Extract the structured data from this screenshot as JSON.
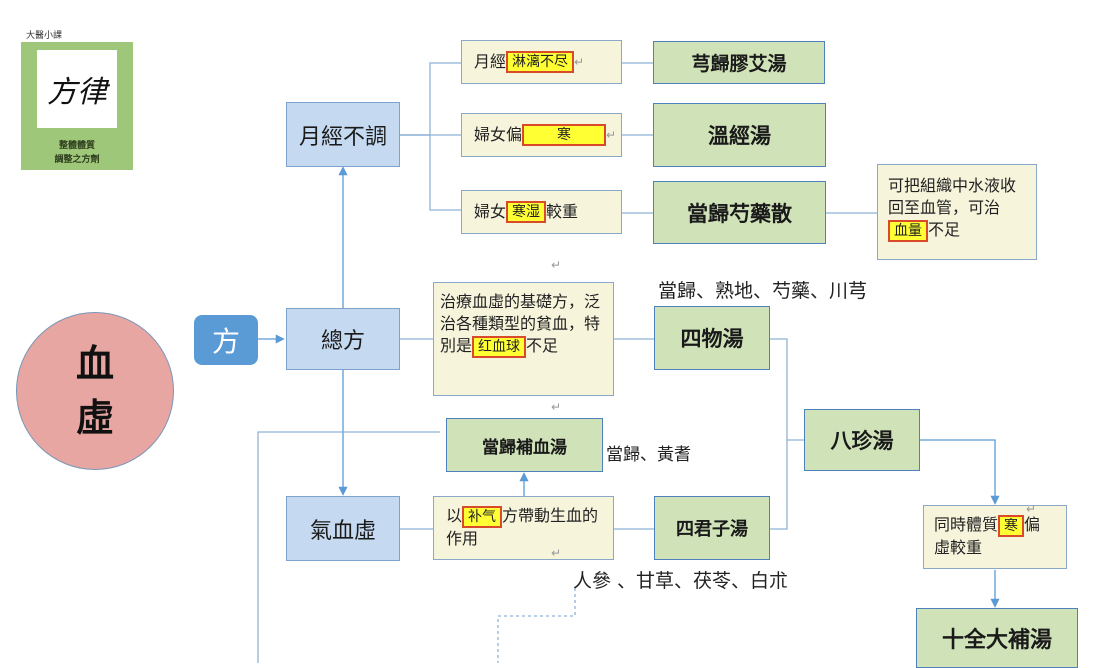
{
  "logo": {
    "caption_top": "大醫小課",
    "calligraphy": "方律",
    "subtitle_line1": "整體體質",
    "subtitle_line2": "調整之方劑"
  },
  "root": {
    "line1": "血",
    "line2": "虛"
  },
  "fang_tag": "方",
  "categories": {
    "menstrual": "月經不調",
    "general": "總方",
    "qi_blood": "氣血虛"
  },
  "notes": {
    "n1": {
      "before": "月經",
      "highlight": "淋漓不尽",
      "after": ""
    },
    "n2": {
      "before": "婦女偏",
      "highlight": "寒",
      "after": ""
    },
    "n3": {
      "before": "婦女",
      "highlight": "寒湿",
      "after": "較重"
    },
    "n4": {
      "text": "治療血虛的基礎方，泛治各種類型的貧血，特別是",
      "highlight": "红血球",
      "after": "不足"
    },
    "n5": {
      "before": "以",
      "highlight": "补气",
      "after": "方帶動生血的作用"
    },
    "n6": {
      "before": "同時體質",
      "highlight": "寒",
      "after": "偏虛較重"
    },
    "n7": {
      "before": "可把組織中水液收回至血管，可治",
      "highlight": "血量",
      "after": "不足"
    }
  },
  "formulas": {
    "f1": "芎歸膠艾湯",
    "f2": "溫經湯",
    "f3": "當歸芍藥散",
    "f4": "四物湯",
    "f5": "當歸補血湯",
    "f6": "四君子湯",
    "f7": "八珍湯",
    "f8": "十全大補湯"
  },
  "ingredients": {
    "siwu": "當歸、熟地、芍藥、川芎",
    "danggui_buxue": "當歸、黃耆",
    "sijunzi": "人參 、甘草、茯苓、白朮"
  },
  "return_mark": "↵"
}
